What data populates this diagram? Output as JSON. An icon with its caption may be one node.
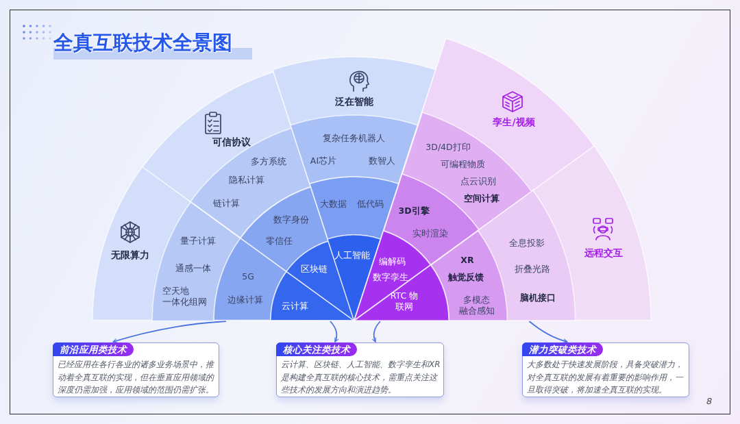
{
  "diagram": {
    "title": "全真互联技术全景图",
    "nodes": [
      {
        "text": [
          "无限算力"
        ]
      },
      {
        "text": [
          "量子计算",
          "通感一体",
          "空天地一体化组网"
        ],
        "in": 0
      },
      {
        "text": [
          "5G",
          "边缘计算"
        ],
        "in": 0
      },
      {
        "text": [
          "云计算"
        ],
        "in": 0
      },
      {
        "text": [
          "可信协议"
        ]
      },
      {
        "text": [
          "多方系统",
          "隐私计算",
          "链计算"
        ],
        "in": 4
      },
      {
        "text": [
          "数字身份",
          "零信任"
        ],
        "in": 4
      },
      {
        "text": [
          "区块链"
        ],
        "in": 4
      },
      {
        "text": [
          "泛在智能"
        ]
      },
      {
        "text": [
          "复杂任务机器人",
          "AI芯片",
          "数智人"
        ],
        "in": 8
      },
      {
        "text": [
          "大数据",
          "低代码"
        ],
        "in": 8
      },
      {
        "text": [
          "人工智能"
        ],
        "in": 8
      },
      {
        "text": [
          "孪生/视频"
        ]
      },
      {
        "text": [
          "3D/4D打印",
          "可编程物质",
          "点云识别",
          "空间计算"
        ],
        "in": 12
      },
      {
        "text": [
          "3D引擎",
          "实时渲染"
        ],
        "in": 12
      },
      {
        "text": [
          "编解码",
          "数字孪生"
        ],
        "in": 12
      },
      {
        "text": [
          "远程交互"
        ]
      },
      {
        "text": [
          "全息投影",
          "折叠光路",
          "脑机接口"
        ],
        "in": 16
      },
      {
        "text": [
          "XR",
          "触觉反馈",
          "多模态融合感知"
        ],
        "in": 16
      },
      {
        "text": [
          "RTC 物联网"
        ],
        "in": 16
      },
      {
        "text": [
          "前沿应用类技术",
          "已经应用在各行各业的诸多业务场景中，推动着全真互联的实现，但在垂直应用领域的深度仍需加强，应用领域的范围仍需扩张。"
        ]
      },
      {
        "text": [
          "核心关注类技术",
          "云计算、区块链、人工智能、数字孪生和XR是构建全真互联的核心技术，需重点关注这些技术的发展方向和演进趋势。"
        ]
      },
      {
        "text": [
          "潜力突破类技术",
          "大多数处于快速发展阶段，具备突破潜力，对全真互联的发展有着重要的影响作用，一旦取得突破，将加速全真互联的实现。"
        ]
      }
    ],
    "edges": [
      {
        "from": 2,
        "to": 20,
        "arrow": "to"
      },
      {
        "from": 3,
        "to": 21,
        "arrow": "to"
      },
      {
        "from": 19,
        "to": 21,
        "arrow": "to"
      },
      {
        "from": 17,
        "to": 22,
        "arrow": "to"
      }
    ],
    "labels": [
      "8"
    ]
  }
}
